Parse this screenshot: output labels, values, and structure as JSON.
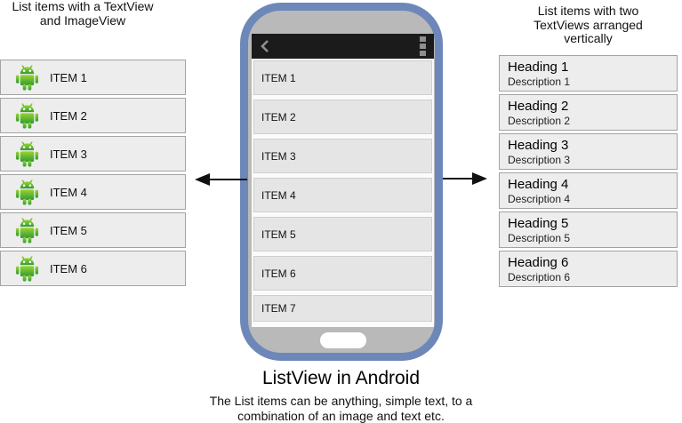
{
  "left_panel": {
    "heading": "List items with a TextView and ImageView",
    "items": [
      "ITEM 1",
      "ITEM 2",
      "ITEM 3",
      "ITEM 4",
      "ITEM 5",
      "ITEM 6"
    ]
  },
  "phone": {
    "items": [
      "ITEM 1",
      "ITEM 2",
      "ITEM 3",
      "ITEM 4",
      "ITEM 5",
      "ITEM 6",
      "ITEM 7"
    ]
  },
  "right_panel": {
    "heading": "List items with two TextViews arranged vertically",
    "items": [
      {
        "heading": "Heading 1",
        "description": "Description 1"
      },
      {
        "heading": "Heading 2",
        "description": "Description 2"
      },
      {
        "heading": "Heading 3",
        "description": "Description 3"
      },
      {
        "heading": "Heading 4",
        "description": "Description 4"
      },
      {
        "heading": "Heading 5",
        "description": "Description 5"
      },
      {
        "heading": "Heading 6",
        "description": "Description 6"
      }
    ]
  },
  "caption": {
    "title": "ListView in Android",
    "subtitle": "The List items can be anything, simple text, to a combination of an image and text etc."
  },
  "icons": {
    "back": "back-chevron-icon",
    "menu": "overflow-menu-icon",
    "robot": "android-robot-icon",
    "home": "home-button"
  },
  "colors": {
    "phone_border": "#6d87b8",
    "phone_body": "#b9b9b9",
    "action_bar": "#1b1b1b",
    "android_green_top": "#98d42e",
    "android_green_bottom": "#2f9b35",
    "row_bg": "#ededed",
    "row_border": "#a3a3a3"
  }
}
